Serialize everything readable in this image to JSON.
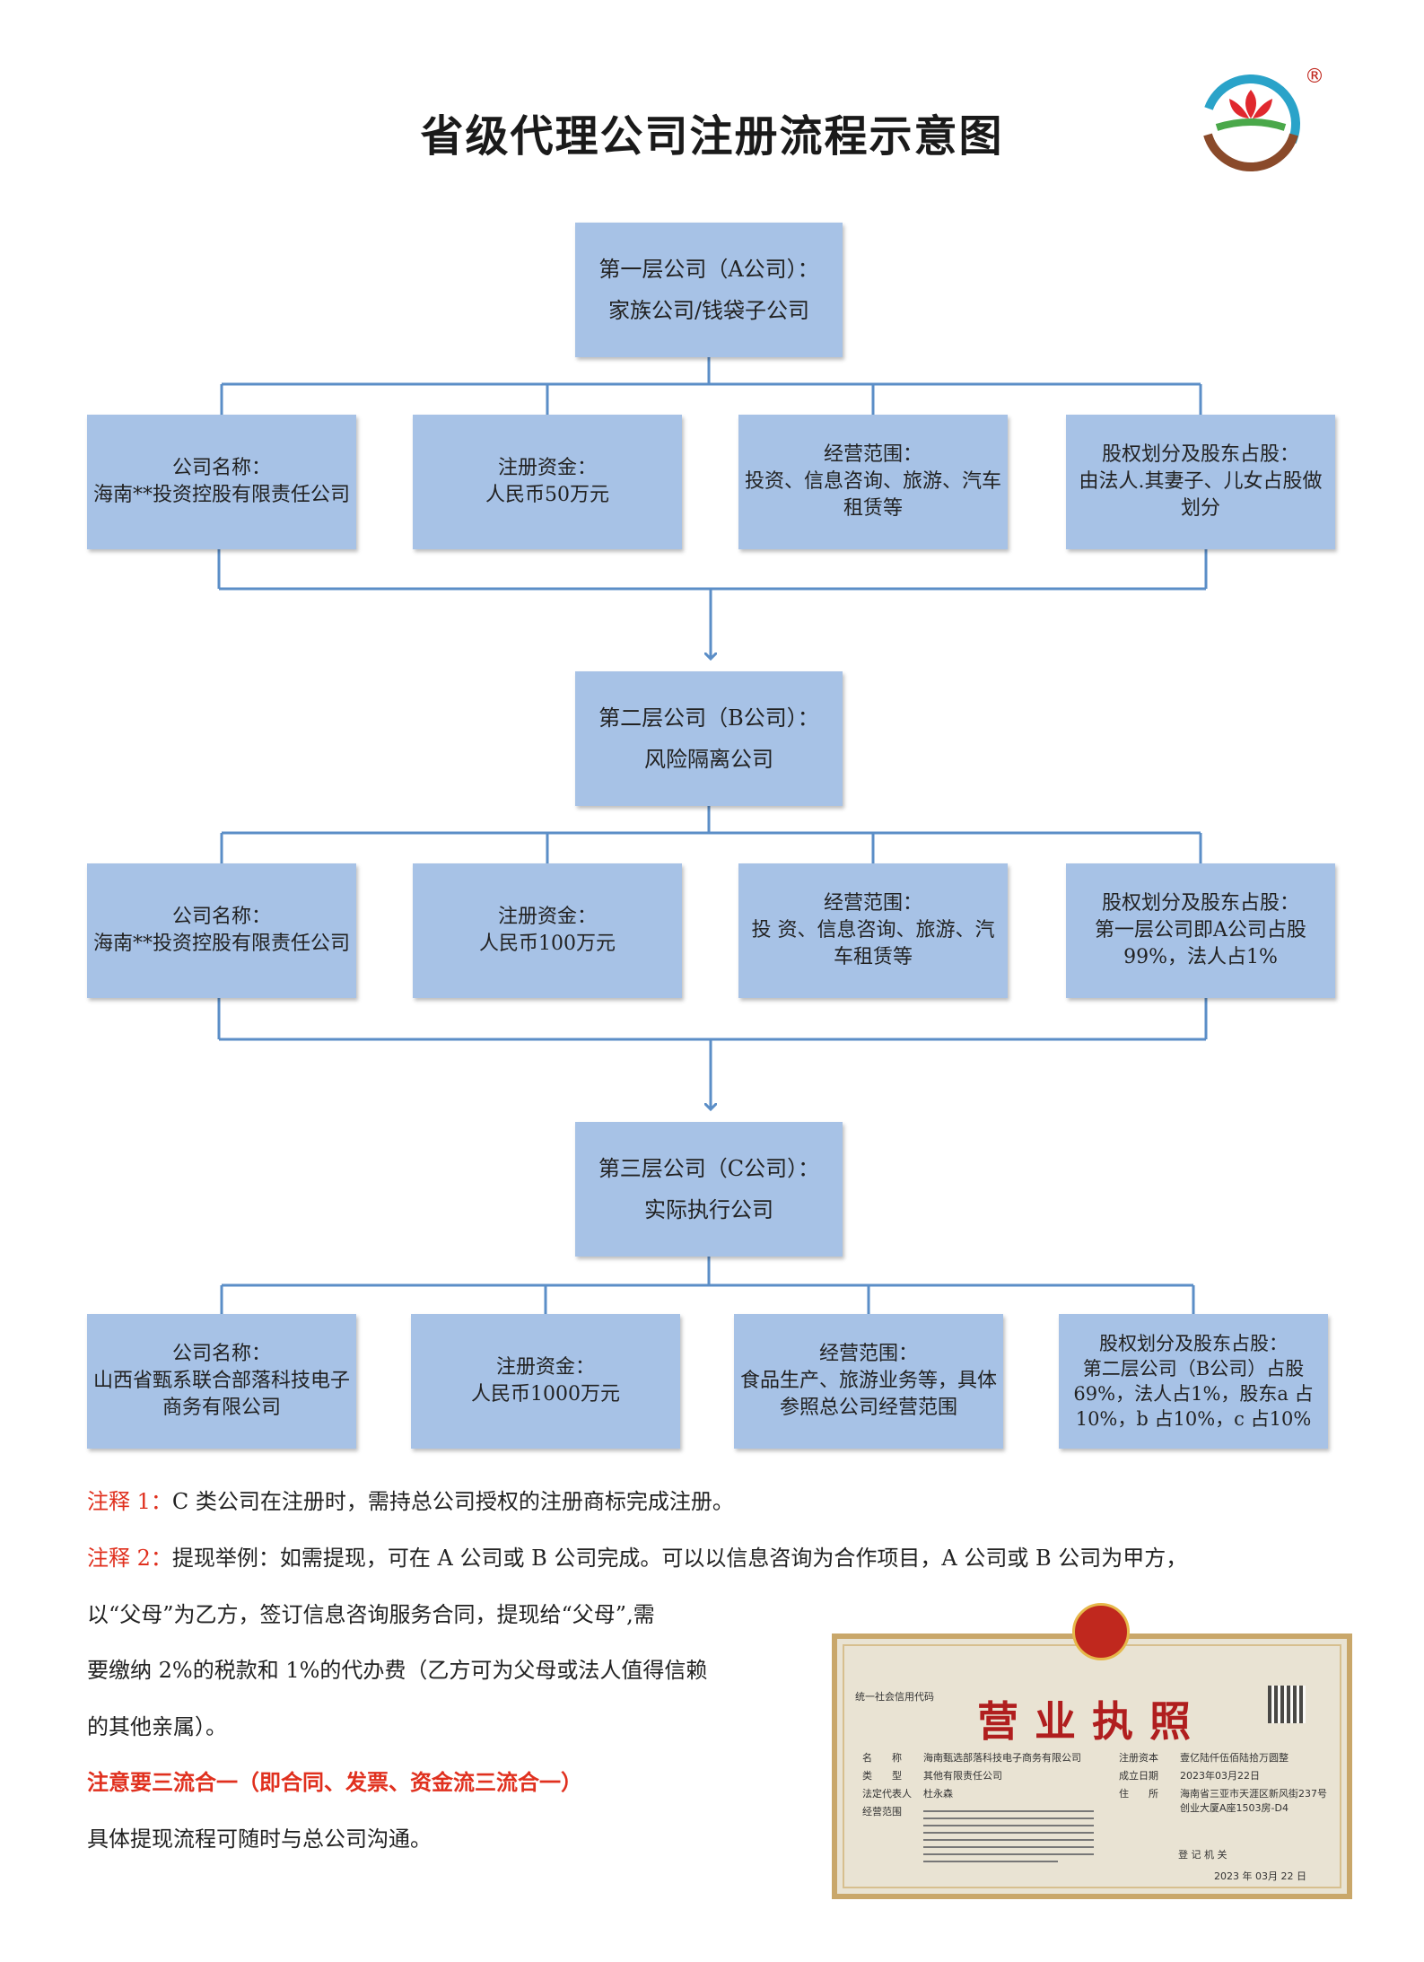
{
  "title": "省级代理公司注册流程示意图",
  "logo": {
    "name": "flower-logo",
    "registered_mark": "®"
  },
  "levels": [
    {
      "header": {
        "line1": "第一层公司（A公司）：",
        "line2": "家族公司/钱袋子公司"
      },
      "boxes": [
        {
          "label": "公司名称：",
          "value": "海南**投资控股有限责任公司"
        },
        {
          "label": "注册资金：",
          "value": "人民币50万元"
        },
        {
          "label": "经营范围：",
          "value": "投资、信息咨询、旅游、汽车租赁等"
        },
        {
          "label": "股权划分及股东占股：",
          "value": "由法人.其妻子、儿女占股做划分"
        }
      ]
    },
    {
      "header": {
        "line1": "第二层公司（B公司）：",
        "line2": "风险隔离公司"
      },
      "boxes": [
        {
          "label": "公司名称：",
          "value": "海南**投资控股有限责任公司"
        },
        {
          "label": "注册资金：",
          "value": "人民币100万元"
        },
        {
          "label": "经营范围：",
          "value": "投 资、信息咨询、旅游、汽车租赁等"
        },
        {
          "label": "股权划分及股东占股：",
          "value": "第一层公司即A公司占股99%，法人占1%"
        }
      ]
    },
    {
      "header": {
        "line1": "第三层公司（C公司）：",
        "line2": "实际执行公司"
      },
      "boxes": [
        {
          "label": "公司名称：",
          "value": "山西省甄系联合部落科技电子商务有限公司"
        },
        {
          "label": "注册资金：",
          "value": "人民币1000万元"
        },
        {
          "label": "经营范围：",
          "value": "食品生产、旅游业务等，具体参照总公司经营范围"
        },
        {
          "label": "股权划分及股东占股：",
          "value": "第二层公司（B公司）占股69%，法人占1%，股东a 占10%，b 占10%，c 占10%"
        }
      ]
    }
  ],
  "notes": {
    "note1_tag": "注释 1：",
    "note1_text": "C 类公司在注册时，需持总公司授权的注册商标完成注册。",
    "note2_tag": "注释 2：",
    "note2_line1": "提现举例：如需提现，可在 A 公司或 B 公司完成。可以以信息咨询为合作项目，A 公司或 B 公司为甲方，",
    "note2_line2": "以“父母”为乙方，签订信息咨询服务合同，提现给“父母”,需",
    "note2_line3": "要缴纳 2%的税款和 1%的代办费（乙方可为父母或法人值得信赖",
    "note2_line4": "的其他亲属）。",
    "emphasis": "注意要三流合一（即合同、发票、资金流三流合一）",
    "final": "具体提现流程可随时与总公司沟通。"
  },
  "license": {
    "title": "营业执照",
    "credit_code_label": "统一社会信用代码",
    "name_label": "名　　称",
    "name_value": "海南甄选部落科技电子商务有限公司",
    "type_label": "类　　型",
    "type_value": "其他有限责任公司",
    "rep_label": "法定代表人",
    "rep_value": "杜永森",
    "scope_label": "经营范围",
    "capital_label": "注册资本",
    "capital_value": "壹亿陆仟伍佰陆拾万圆整",
    "date_label": "成立日期",
    "date_value": "2023年03月22日",
    "addr_label": "住　　所",
    "addr_value": "海南省三亚市天涯区新风街237号创业大厦A座1503房-D4",
    "authority_label": "登 记 机 关",
    "issue_date": "2023 年 03月 22 日"
  },
  "colors": {
    "box": "#a7c2e6",
    "line": "#5b8ec7",
    "red": "#e0301e"
  }
}
